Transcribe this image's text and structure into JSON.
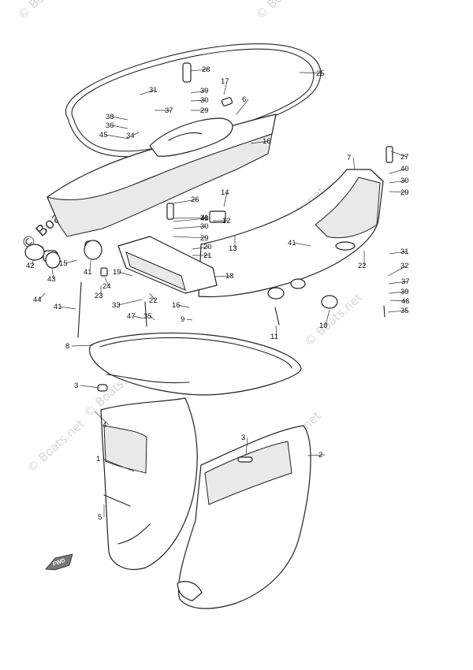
{
  "watermark": {
    "text": "© Boats.net"
  },
  "fwd_label": "FWD",
  "callouts": [
    "1",
    "2",
    "3",
    "3",
    "4",
    "5",
    "6",
    "7",
    "8",
    "9",
    "10",
    "11",
    "12",
    "13",
    "14",
    "15",
    "16",
    "16",
    "17",
    "18",
    "19",
    "20",
    "21",
    "22",
    "22",
    "23",
    "24",
    "25",
    "26",
    "27",
    "28",
    "29",
    "29",
    "29",
    "30",
    "30",
    "30",
    "31",
    "31",
    "31",
    "32",
    "33",
    "34",
    "35",
    "35",
    "36",
    "37",
    "37",
    "38",
    "39",
    "39",
    "40",
    "40",
    "41",
    "41",
    "41",
    "42",
    "43",
    "44",
    "45",
    "46",
    "47"
  ]
}
